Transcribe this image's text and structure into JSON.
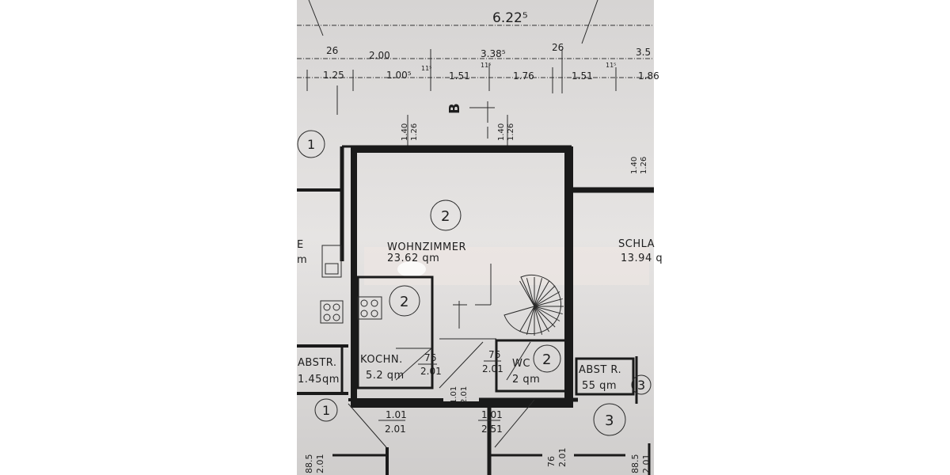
{
  "plan": {
    "overall_dimension": "6.22⁵",
    "dims_row2": {
      "left_wall": "26",
      "left": "2.00",
      "middle": "3.38⁵",
      "right_wall": "26",
      "far_right": "3.5"
    },
    "dims_row3": {
      "a": "1.25",
      "b": "1.00⁵",
      "c": "1.51",
      "d": "1.76",
      "e": "1.51",
      "f": "1.86",
      "sub1": "11⁵",
      "sub2": "11⁵",
      "sub3": "11⁵"
    },
    "section_marker": "B",
    "windows": [
      {
        "top": "1.40",
        "bottom": "1.26"
      },
      {
        "top": "1.40",
        "bottom": "1.26"
      },
      {
        "top": "1.40",
        "bottom": "1.26"
      }
    ],
    "rooms": {
      "wohnzimmer": {
        "number": "2",
        "name": "WOHNZIMMER",
        "area": "23.62 qm"
      },
      "schlaf": {
        "name": "SCHLA",
        "area": "13.94 q"
      },
      "kochn": {
        "number": "2",
        "name": "KOCHN.",
        "area": "5.2 qm"
      },
      "wc": {
        "number": "2",
        "name": "WC",
        "area": "2 qm"
      },
      "abstr_left": {
        "number": "1",
        "name": "ABSTR.",
        "area": "1.45qm"
      },
      "abstr_right": {
        "number": "3",
        "name": "ABST R.",
        "area": "55 qm"
      },
      "left_room": {
        "number": "1",
        "name_fragment": "E",
        "area_fragment": "m"
      },
      "lower_right": {
        "number": "3"
      }
    },
    "doors": [
      {
        "top": "76",
        "bottom": "2.01"
      },
      {
        "top": "76",
        "bottom": "2.01"
      },
      {
        "top": "1.01",
        "bottom": "2.01"
      },
      {
        "top": "1.01",
        "bottom": "2.01"
      },
      {
        "top": "1.01",
        "bottom": "2.51"
      },
      {
        "top": "88.5",
        "bottom": "2.01"
      },
      {
        "top": "76",
        "bottom": "2.01"
      },
      {
        "top": "88.5",
        "bottom": "2.01"
      }
    ]
  }
}
